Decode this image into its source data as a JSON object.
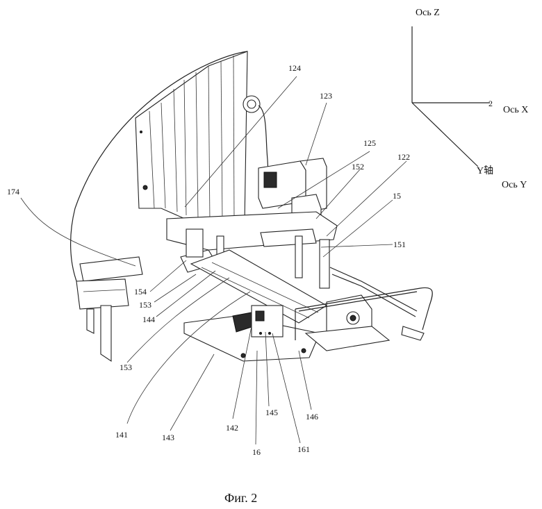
{
  "axes": {
    "z_label": "Ось Z",
    "x_label": "Ось X",
    "y_label": "Ось Y",
    "y_label_original": "Y轴",
    "x_end_mark": "2"
  },
  "callouts": {
    "c124": "124",
    "c123": "123",
    "c125": "125",
    "c152": "152",
    "c122": "122",
    "c15": "15",
    "c151": "151",
    "c174": "174",
    "c154": "154",
    "c153a": "153",
    "c144": "144",
    "c153b": "153",
    "c141": "141",
    "c143": "143",
    "c142": "142",
    "c16": "16",
    "c145": "145",
    "c161": "161",
    "c146": "146"
  },
  "caption": "Фиг. 2"
}
